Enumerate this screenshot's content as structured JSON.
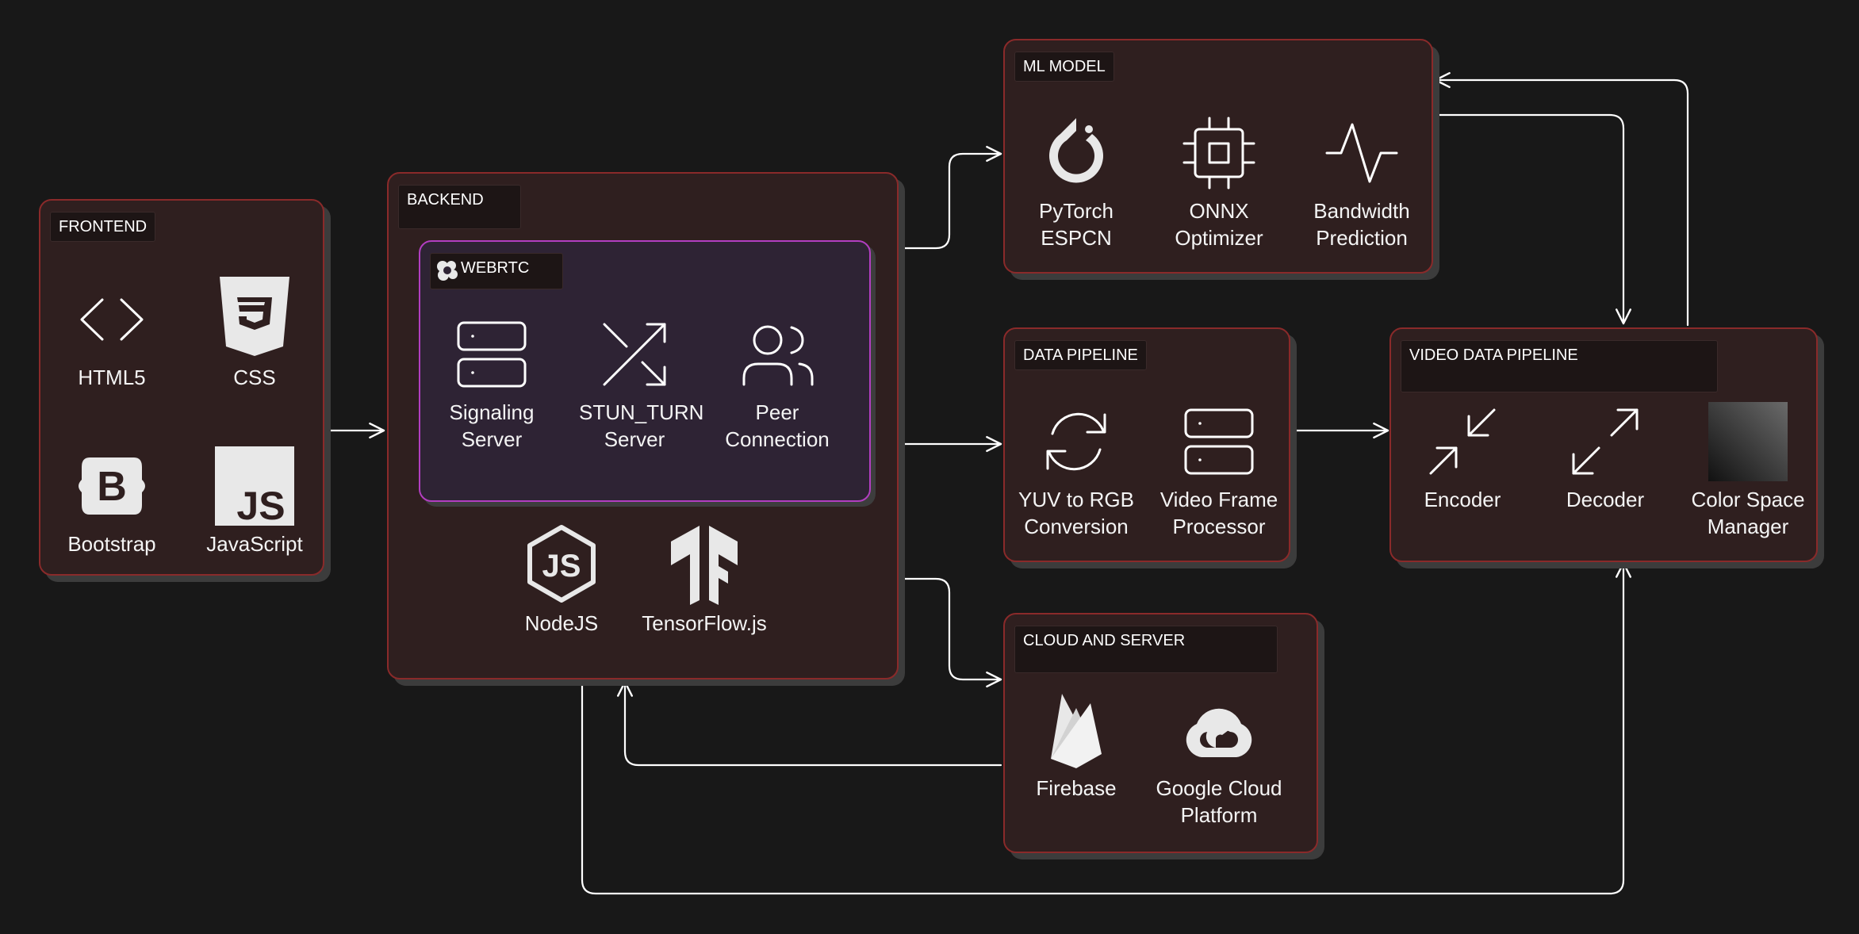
{
  "colors": {
    "background": "#181818",
    "box_fill": "#2f1f1f",
    "box_border": "#8a2a2a",
    "webrtc_fill": "#2e2334",
    "webrtc_border": "#b23ec1",
    "text": "#f2f2f2"
  },
  "frontend": {
    "title": "FRONTEND",
    "items": [
      {
        "label": "HTML5",
        "icon": "code-brackets-icon"
      },
      {
        "label": "CSS",
        "icon": "css3-shield-icon"
      },
      {
        "label": "Bootstrap",
        "icon": "bootstrap-icon"
      },
      {
        "label": "JavaScript",
        "icon": "js-square-icon"
      }
    ]
  },
  "backend": {
    "title": "BACKEND",
    "webrtc": {
      "title": "WEBRTC",
      "items": [
        {
          "label": "Signaling Server",
          "icon": "server-icon"
        },
        {
          "label": "STUN_TURN Server",
          "icon": "shuffle-icon"
        },
        {
          "label": "Peer Connection",
          "icon": "users-icon"
        }
      ]
    },
    "items": [
      {
        "label": "NodeJS",
        "icon": "nodejs-icon"
      },
      {
        "label": "TensorFlow.js",
        "icon": "tensorflow-icon"
      }
    ]
  },
  "ml_model": {
    "title": "ML MODEL",
    "items": [
      {
        "label": "PyTorch ESPCN",
        "icon": "pytorch-icon"
      },
      {
        "label": "ONNX Optimizer",
        "icon": "cpu-chip-icon"
      },
      {
        "label": "Bandwidth Prediction",
        "icon": "activity-pulse-icon"
      }
    ]
  },
  "data_pipeline": {
    "title": "DATA PIPELINE",
    "items": [
      {
        "label": "YUV to RGB Conversion",
        "icon": "refresh-cycle-icon"
      },
      {
        "label": "Video Frame Processor",
        "icon": "server-icon"
      }
    ]
  },
  "cloud": {
    "title": "CLOUD AND SERVER",
    "items": [
      {
        "label": "Firebase",
        "icon": "firebase-icon"
      },
      {
        "label": "Google Cloud Platform",
        "icon": "google-cloud-icon"
      }
    ]
  },
  "video_pipeline": {
    "title": "VIDEO DATA PIPELINE",
    "items": [
      {
        "label": "Encoder",
        "icon": "minimize-arrows-icon"
      },
      {
        "label": "Decoder",
        "icon": "maximize-arrows-icon"
      },
      {
        "label": "Color Space Manager",
        "icon": "gradient-square-icon"
      }
    ]
  }
}
